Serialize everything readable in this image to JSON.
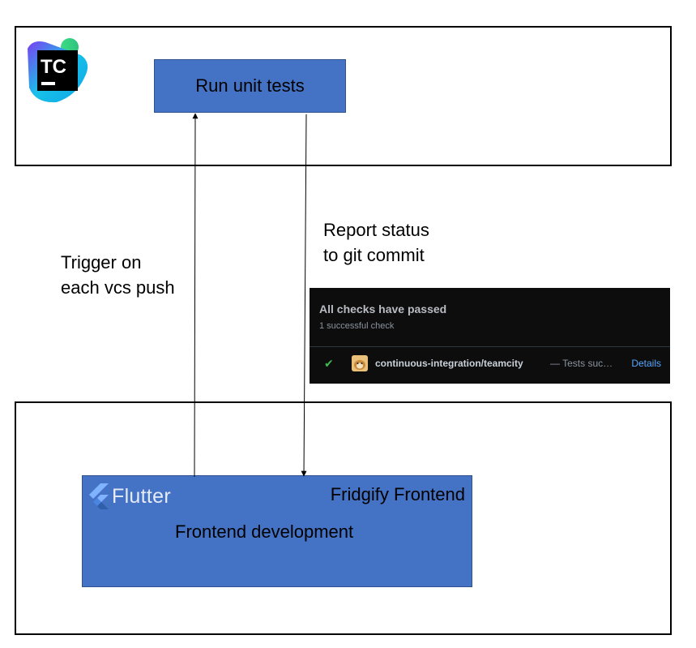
{
  "teamcity": {
    "logo_text": "TC",
    "pipeline_step": "Run unit tests"
  },
  "edges": {
    "trigger": [
      "Trigger on",
      "each vcs push"
    ],
    "report": [
      "Report status",
      "to git commit"
    ]
  },
  "checks": {
    "title": "All checks have passed",
    "subtitle": "1 successful check",
    "item": {
      "name": "continuous-integration/teamcity",
      "description": "— Tests suc…",
      "details_label": "Details"
    }
  },
  "frontend": {
    "framework": "Flutter",
    "project": "Fridgify Frontend",
    "role": "Frontend development"
  },
  "colors": {
    "box_fill": "#4472c4",
    "check_green": "#3fb950",
    "link_blue": "#58a6ff",
    "panel_bg": "#0d0d0d"
  }
}
